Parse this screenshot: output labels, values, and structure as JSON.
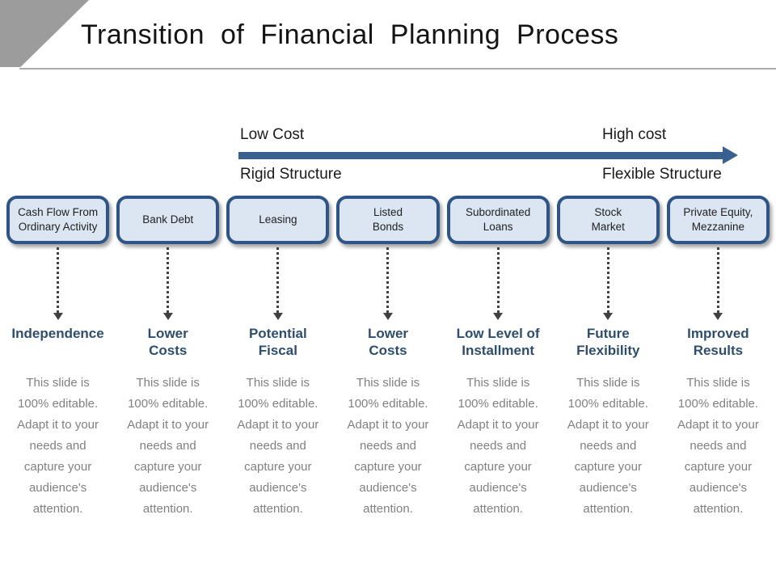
{
  "slide": {
    "title": "Transition of Financial Planning Process"
  },
  "axis": {
    "top_left_label": "Low Cost",
    "top_right_label": "High cost",
    "bottom_left_label": "Rigid Structure",
    "bottom_right_label": "Flexible Structure",
    "direction": "left-to-right-arrow"
  },
  "columns": [
    {
      "box": "Cash Flow From\nOrdinary Activity",
      "label": "Independence"
    },
    {
      "box": "Bank Debt",
      "label": "Lower\nCosts"
    },
    {
      "box": "Leasing",
      "label": "Potential\nFiscal"
    },
    {
      "box": "Listed\nBonds",
      "label": "Lower\nCosts"
    },
    {
      "box": "Subordinated\nLoans",
      "label": "Low Level of\nInstallment"
    },
    {
      "box": "Stock\nMarket",
      "label": "Future\nFlexibility"
    },
    {
      "box": "Private Equity,\nMezzanine",
      "label": "Improved\nResults"
    }
  ],
  "placeholder_text": "This slide is\n100% editable.\nAdapt it to your\nneeds and\ncapture your\naudience's\nattention.",
  "colors": {
    "accent_blue": "#38618F",
    "box_border": "#2E5585",
    "box_fill": "#DCE6F2",
    "label_navy": "#2E4E6E",
    "body_gray": "#808080",
    "corner_gray": "#9C9C9C",
    "divider_gray": "#ABABAB",
    "dotted_arrow_gray": "#404040"
  }
}
